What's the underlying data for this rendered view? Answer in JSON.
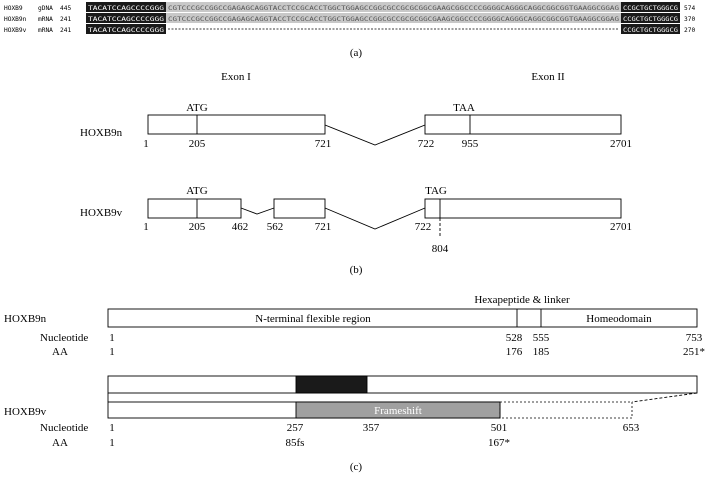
{
  "colors": {
    "ink": "#000000",
    "align_black": "#1a1a1a",
    "align_gray": "#c8c8c8",
    "frameshift_fill": "#a0a0a0",
    "black_block": "#1a1a1a"
  },
  "panel_a": {
    "label": "(a)",
    "rows": [
      {
        "name": "HOXB9",
        "kind": "gDNA",
        "start": "445",
        "end": "574",
        "seq_left": "TACATCCAGCCCCGGG",
        "seq_gray": "CGTCCCGCCGGCCGAGAGCAGGTACCTCCGCACCTGGCTGGAGCCGGCGCCGCGCGGCGAAGCGGCCCCGGGGCAGGGCAGGCGGCGGTGAAGGCGGAG",
        "seq_right": "CCGCTGCTGGGCG"
      },
      {
        "name": "HOXB9n",
        "kind": "mRNA",
        "start": "241",
        "end": "370",
        "seq_left": "TACATCCAGCCCCGGG",
        "seq_gray": "CGTCCCGCCGGCCGAGAGCAGGTACCTCCGCACCTGGCTGGAGCCGGCGCCGCGCGGCGAAGCGGCCCCGGGGCAGGGCAGGCGGCGGTGAAGGCGGAG",
        "seq_right": "CCGCTGCTGGGCG"
      },
      {
        "name": "HOXB9v",
        "kind": "mRNA",
        "start": "241",
        "end": "270",
        "seq_left": "TACATCCAGCCCCGGG",
        "seq_gray": "",
        "seq_right": "CCGCTGCTGGGCG"
      }
    ]
  },
  "panel_b": {
    "label": "(b)",
    "exon_labels": [
      "Exon I",
      "Exon II"
    ],
    "n": {
      "name": "HOXB9n",
      "codon_start": "ATG",
      "codon_stop": "TAA",
      "positions": [
        "1",
        "205",
        "721",
        "722",
        "955",
        "2701"
      ]
    },
    "v": {
      "name": "HOXB9v",
      "codon_start": "ATG",
      "codon_stop": "TAG",
      "positions": [
        "1",
        "205",
        "462",
        "562",
        "721",
        "722",
        "2701"
      ],
      "stop_position": "804"
    }
  },
  "panel_c": {
    "label": "(c)",
    "n": {
      "name": "HOXB9n",
      "hexapeptide_label": "Hexapeptide & linker",
      "region_label": "N-terminal flexible region",
      "homeodomain_label": "Homeodomain",
      "row1_label": "Nucleotide",
      "row2_label": "AA",
      "nucleotide": [
        "1",
        "528",
        "555",
        "753"
      ],
      "aa": [
        "1",
        "176",
        "185",
        "251*"
      ]
    },
    "v": {
      "name": "HOXB9v",
      "frameshift_label": "Frameshift",
      "row1_label": "Nucleotide",
      "row2_label": "AA",
      "nucleotide": [
        "1",
        "257",
        "357",
        "501",
        "653"
      ],
      "aa": [
        "1",
        "85fs",
        "167*"
      ]
    }
  }
}
